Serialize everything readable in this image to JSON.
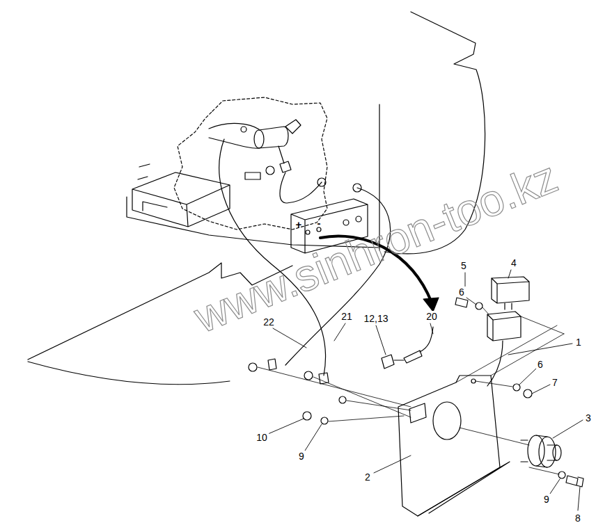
{
  "diagram": {
    "labels": [
      "5",
      "4",
      "6",
      "22",
      "21",
      "12,13",
      "20",
      "1",
      "6",
      "7",
      "3",
      "10",
      "9",
      "2",
      "9",
      "8",
      "+",
      "-",
      "www.sinhron-too.kz"
    ]
  }
}
